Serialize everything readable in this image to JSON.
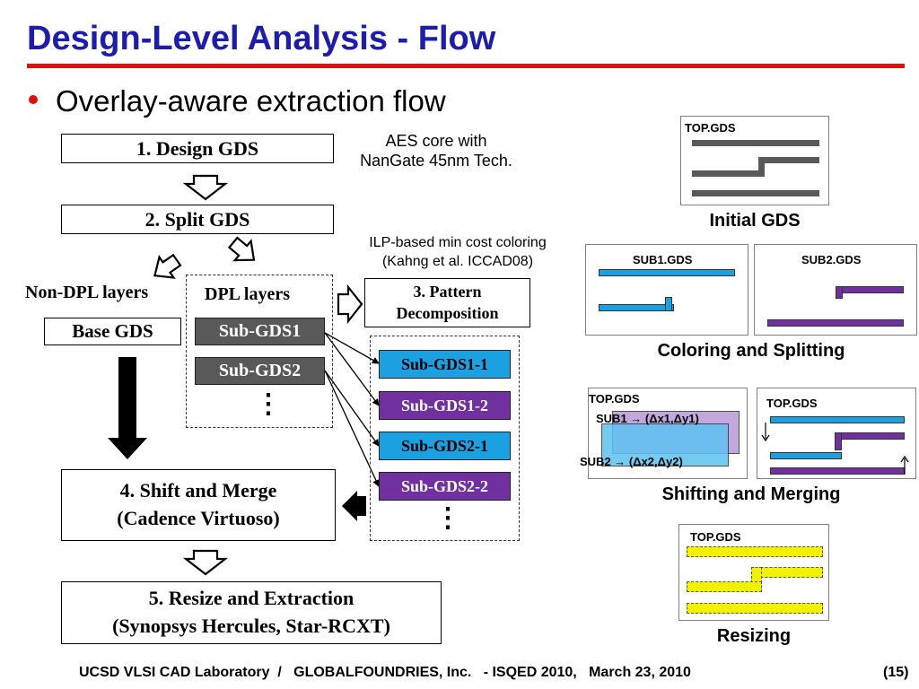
{
  "title": "Design-Level Analysis - Flow",
  "bullet": "Overlay-aware extraction flow",
  "notes": {
    "aes": "AES core with\nNanGate 45nm Tech.",
    "ilp": "ILP-based min cost coloring\n(Kahng et al. ICCAD08)"
  },
  "flow": {
    "step1": "1. Design GDS",
    "step2": "2. Split GDS",
    "non_dpl": "Non-DPL layers",
    "dpl": "DPL layers",
    "base_gds": "Base GDS",
    "sub_gds1": "Sub-GDS1",
    "sub_gds2": "Sub-GDS2",
    "step3": "3. Pattern\nDecomposition",
    "sub_gds1_1": "Sub-GDS1-1",
    "sub_gds1_2": "Sub-GDS1-2",
    "sub_gds2_1": "Sub-GDS2-1",
    "sub_gds2_2": "Sub-GDS2-2",
    "step4": "4. Shift and Merge\n(Cadence Virtuoso)",
    "step5": "5. Resize and Extraction\n(Synopsys Hercules, Star-RCXT)",
    "ellipsis": "⋮"
  },
  "panels": {
    "initial": {
      "label": "TOP.GDS",
      "caption": "Initial GDS"
    },
    "coloring": {
      "sub1": "SUB1.GDS",
      "sub2": "SUB2.GDS",
      "caption": "Coloring and Splitting"
    },
    "shifting": {
      "left_label": "TOP.GDS",
      "right_label": "TOP.GDS",
      "sub1_shift": "SUB1 → (Δx1,Δy1)",
      "sub2_shift": "SUB2 → (Δx2,Δy2)",
      "caption": "Shifting and Merging"
    },
    "resizing": {
      "label": "TOP.GDS",
      "caption": "Resizing"
    }
  },
  "footer": "UCSD VLSI CAD Laboratory  /   GLOBALFOUNDRIES, Inc.   - ISQED 2010,   March 23, 2010",
  "page": "(15)",
  "colors": {
    "title": "#1c1cb0",
    "rule": "#e01010",
    "bullet": "#e01010",
    "dark_box": "#595959",
    "blue_box": "#1ba1e2",
    "purple_box": "#7030a0",
    "gds_gray": "#595959",
    "gds_blue": "#1ba1e2",
    "gds_purple": "#7030a0",
    "gds_yellow": "#f2f200"
  }
}
